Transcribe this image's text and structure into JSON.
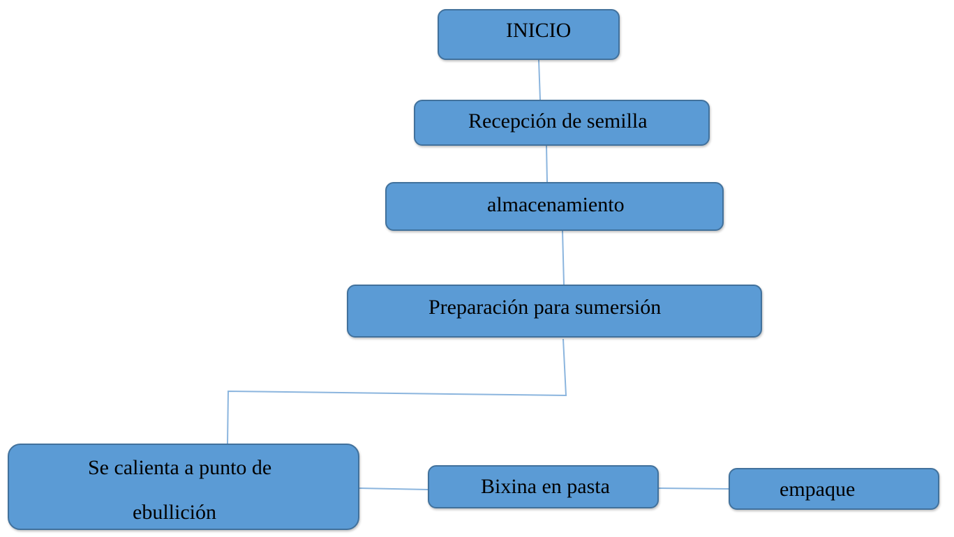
{
  "nodes": {
    "inicio": "INICIO",
    "recepcion": "Recepción de semilla",
    "almacenamiento": "almacenamiento",
    "preparacion": "Preparación para sumersión",
    "calienta_line1": "Se calienta a punto de",
    "calienta_line2": "ebullición",
    "bixina": "Bixina en pasta",
    "empaque": "empaque"
  },
  "colors": {
    "box_fill": "#5b9bd5",
    "box_border": "#41719c",
    "connector": "#8bb5de"
  }
}
